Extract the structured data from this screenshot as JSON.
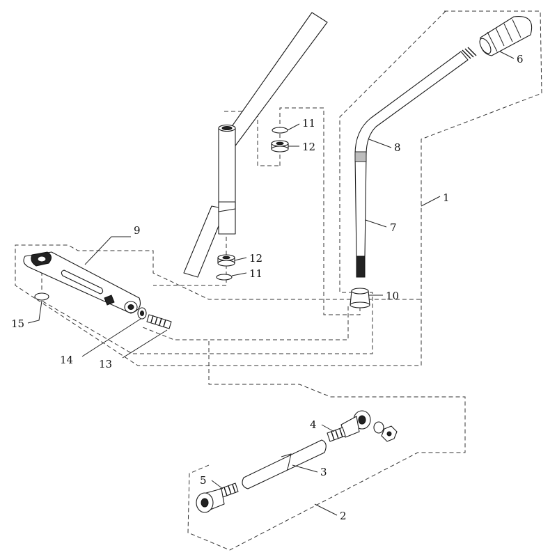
{
  "callouts": {
    "c1": "1",
    "c2": "2",
    "c3": "3",
    "c4": "4",
    "c5": "5",
    "c6": "6",
    "c7": "7",
    "c8": "8",
    "c9": "9",
    "c10": "10",
    "c11a": "11",
    "c11b": "11",
    "c12a": "12",
    "c12b": "12",
    "c13": "13",
    "c14": "14",
    "c15": "15"
  }
}
